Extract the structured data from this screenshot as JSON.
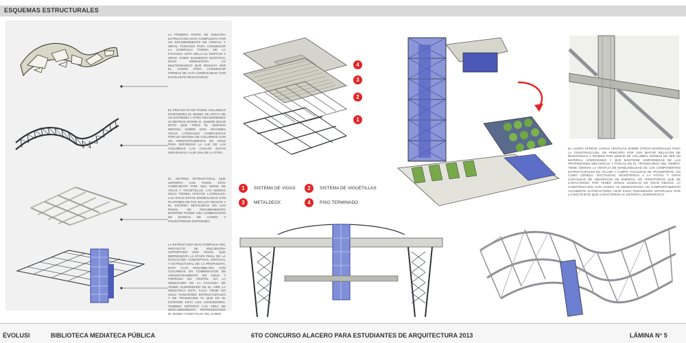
{
  "header": {
    "title": "ESQUEMAS ESTRUCTURALES"
  },
  "descriptions": {
    "d1": "LA PRIMERA PARTE DE NUESTRA ESTRUCTURA ESTA COMPUESTA POR UN RECUBRIMIENTO DE CRISTAL Y METAL FORJADO PARA CONSEGUIR LA COMPLEJA FORMA DE LA FACHADA. ESTA SELLA EL EDIFICIO Y SIRVE COMO ELEMENTO ESTETICO. ESTO DEMUESTRA LO MULTIDINAMICO QUE RESULTA SER EL ACERO PARA CONSEGUIR FORMAS DE ALTA COMPLEJIDAD CON EXCELENTE RESULTADOS.",
    "d2": "EL PROYECTO NO POSEE COLUMNAS INTERIORES EL MISMO SE APOYA DE UN EXTREMO A OTRO RECORRIENDO 22 METROS ENTRE SI. QUIERE DECIR ESTO QUE TODO EL EDIFICIO REPOSA SOBRE DOS GRANDES VIGAS LATERALES COMPUESTAS POR UN SISTEMA DE COLUMNAS CON UN ARRIOSTRAMIENTO EN CRUZ PARA REFORZAR LA LUZ DE LAS COLUMNAS LAS CUALES ESTAN SEPARADAS A 6.80 UNA DE LA OTRA.",
    "d3": "EL SISTEMA ESTRUCTURAL QUE SOPORTA LOS PISOS ESTA COMPUESTO POR UNA SERIE DE VIGAS Y VIGUETILLAS. LAS MISMAS SOLO TIENEN APOYOS LATERALES. LAS VIGAS ESTAN DISIMULADAS CON PLAFONES DE PVC EN LOS TECHOS Y EL SISTEMA METALDECK EN LOS PISOS, DE RECUBRIMIENTO INTERIOR POSEE UNA COMBINACION DE BARRAS DE ACERO Y POLIESTIRENO EXPANDIDO.",
    "d4": "LA ESTRUCTURA MAS COMPLEJA DEL PROYECTO SE ENCUENTRA SOPORTADO DOS PISOS. QUE REPRESENTA LA ETAPA FINAL DE LA EVOLUCION CONCEPTUAL ESPACIAL Y ESTRUCTURAL DE LA PROPUESTA. ESTA CAJA ENSAMBLADA CON COLUMNAS EN COMBINACION DE ARRIOSTRAMIENTO EN CRUZ Y FORRADA EN CRISTAL DA LA SENSACION EN LA FACHADA DE TENER SUSPENDIDO EN EL AIRE LA MEDIATECA ESTA 'CAJA' TIENE NO SOLO FUNCIONES ESTRUCTURALES Y DE TRANSICION YA QUE EN EL INTERIOR ESTA LOS ASCENSORES. TAMBIEN SOPORTA LAS AREA DE DESCUBRIMIENTO REPRESENTADO EL MISMO COMO PILAR DEL SABER",
    "d5": "EL ACERO OFRECE VARIAS VENTAJAS SOBRE OTROS MATERIALES PARA LA CONSTRUCCION. EN PRINCIPIO POR UNA MAYOR RELACION DE RESISTENCIA Y RIGIDEZ POR UNIDAD DE VOLUMEN. ADEMAS DE SER UN MATERIAL HOMOGENEO Y QUE MANTIENE UNIFORMIDAD DE LAS PROPIEDADES MECANICAS Y FISICAS EN EL TRANSCURSO DEL TIEMPO. TIENE ADEMAS LA VENTAJA DE MANEJABILIDAD DE LOS COMPONENTES ESTRUCTURALES EN TALLER Y CAMPO. FACILIDAD DE TRANSPORTE. ASI COMO (GRIEZA, DUCTILIDAD, RESISTENCIA A LA FATIGA Y GRAN CAPACIDAD DE ABSORCION DE ENERGIA. EN TERRITORIOS QUE SE CARACTERIZA POR TENER ZONAS SISMICAS DE GRAN RIESGO. LA CONSTRUCCION CON ACERO HA DEMOSTRADO UN COMPORTAMIENTO ALTAMENTE SATISFACTORIO ANTE ESOS FENOMENOS NATURALES POR LA DUCTILIDAD QUE CARACTERIZA AL MATERIAL SIDERURGICO."
  },
  "layers": {
    "n1": "1",
    "n2": "2",
    "n3": "3",
    "n4": "4"
  },
  "legend": {
    "item1": "SISTEMA DE VIGAS",
    "item2": "SISTEMA DE VIGUETILLAS",
    "item3": "METALDECK",
    "item4": "PISO TERMINADO"
  },
  "footer": {
    "brand": "ÉVOLUSI",
    "project": "BIBLIOTECA MEDIATECA PÚBLICA",
    "contest": "6TO CONCURSO ALACERO PARA ESTUDIANTES DE ARQUITECTURA 2013",
    "sheet": "LÁMINA N° 5"
  },
  "colors": {
    "accent_red": "#e32526",
    "glass_blue": "#6d7fd0",
    "steel_grey": "#8f9196",
    "structure_dark": "#2f3338",
    "panel_bg": "#f1f1f1"
  }
}
